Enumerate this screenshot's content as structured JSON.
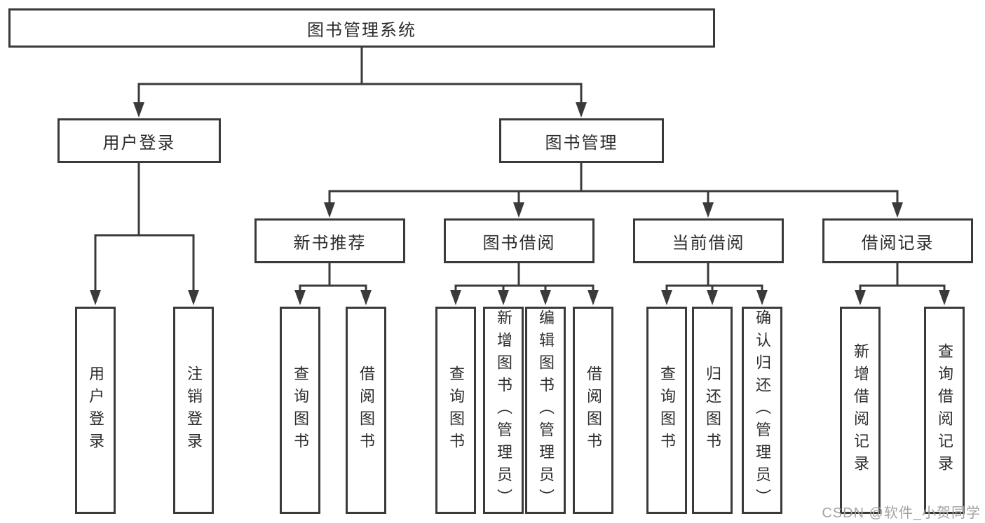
{
  "tree": {
    "root": {
      "label": "图书管理系统"
    },
    "branches": [
      {
        "label": "用户登录",
        "children": [
          {
            "label": "用户登录"
          },
          {
            "label": "注销登录"
          }
        ]
      },
      {
        "label": "图书管理",
        "children": [
          {
            "label": "新书推荐",
            "children": [
              {
                "label": "查询图书"
              },
              {
                "label": "借阅图书"
              }
            ]
          },
          {
            "label": "图书借阅",
            "children": [
              {
                "label": "查询图书"
              },
              {
                "label": "新增图书（管理员）"
              },
              {
                "label": "编辑图书（管理员）"
              },
              {
                "label": "借阅图书"
              }
            ]
          },
          {
            "label": "当前借阅",
            "children": [
              {
                "label": "查询图书"
              },
              {
                "label": "归还图书"
              },
              {
                "label": "确认归还（管理员）"
              }
            ]
          },
          {
            "label": "借阅记录",
            "children": [
              {
                "label": "新增借阅记录"
              },
              {
                "label": "查询借阅记录"
              }
            ]
          }
        ]
      }
    ]
  },
  "watermark": {
    "text": "CSDN @软件_小贺同学"
  },
  "colors": {
    "line": "#3a3a3a",
    "box_border": "#3a3a3a",
    "text": "#2d2d2d",
    "watermark": "#a3a3a3",
    "background": "#ffffff"
  }
}
